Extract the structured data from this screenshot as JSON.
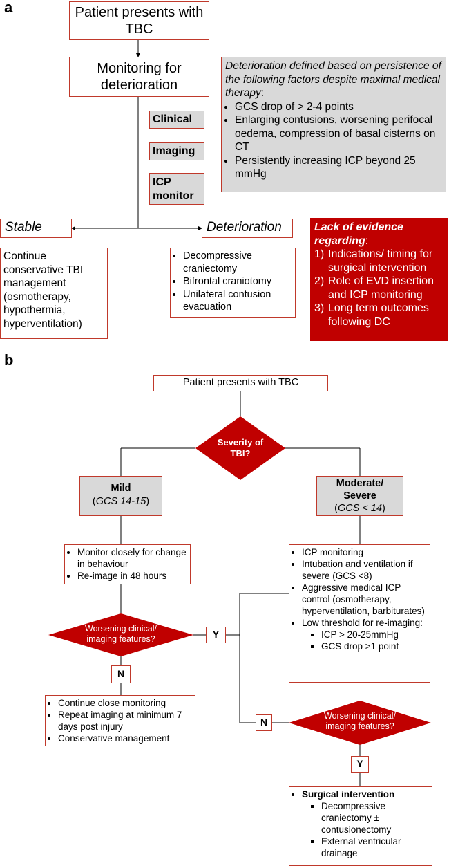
{
  "panel_a": {
    "label": "a",
    "start": "Patient presents with TBC",
    "monitoring": "Monitoring for deterioration",
    "tags": {
      "clinical": "Clinical",
      "imaging": "Imaging",
      "icp": "ICP monitor"
    },
    "deterioration_def": {
      "intro": "Deterioration defined based on persistence of the following factors despite maximal medical therapy",
      "colon": ":",
      "items": [
        "GCS drop of > 2-4 points",
        "Enlarging contusions, worsening perifocal oedema, compression of basal cisterns on CT",
        "Persistently increasing ICP beyond 25 mmHg"
      ]
    },
    "stable": "Stable",
    "deterioration": "Deterioration",
    "stable_action": "Continue conservative TBI management (osmotherapy, hypothermia, hyperventilation)",
    "deterioration_actions": [
      "Decompressive craniectomy",
      "Bifrontal craniotomy",
      "Unilateral contusion evacuation"
    ],
    "evidence": {
      "title": "Lack of evidence regarding",
      "colon": ":",
      "items": [
        {
          "num": "1)",
          "text": "Indications/ timing for surgical intervention"
        },
        {
          "num": "2)",
          "text": "Role of EVD insertion and ICP monitoring"
        },
        {
          "num": "3)",
          "text": "Long term outcomes following DC"
        }
      ]
    }
  },
  "panel_b": {
    "label": "b",
    "start": "Patient presents with TBC",
    "severity": "Severity of TBI?",
    "mild": {
      "title": "Mild",
      "gcs_open": "(",
      "gcs": "GCS 14-15",
      "gcs_close": ")"
    },
    "severe": {
      "title": "Moderate/ Severe",
      "gcs_open": "(",
      "gcs": "GCS < 14",
      "gcs_close": ")"
    },
    "mild_actions": [
      "Monitor closely for change in behaviour",
      "Re-image in 48 hours"
    ],
    "severe_actions": [
      "ICP monitoring",
      "Intubation and ventilation if severe (GCS <8)",
      "Aggressive medical ICP control (osmotherapy, hyperventilation, barbiturates)",
      "Low threshold for re-imaging:"
    ],
    "severe_subactions": [
      "ICP > 20-25mmHg",
      "GCS drop >1 point"
    ],
    "worsening_left": "Worsening clinical/ imaging features?",
    "worsening_right": "Worsening clinical/ imaging features?",
    "yes": "Y",
    "no": "N",
    "mild_no_actions": [
      "Continue close monitoring",
      "Repeat imaging at minimum 7 days post injury",
      "Conservative management"
    ],
    "surgical": {
      "title": "Surgical intervention",
      "items": [
        "Decompressive craniectomy ± contusionectomy",
        "External ventricular drainage"
      ]
    }
  },
  "colors": {
    "red": "#c00000",
    "border": "#c0392b",
    "grey": "#d9d9d9"
  }
}
